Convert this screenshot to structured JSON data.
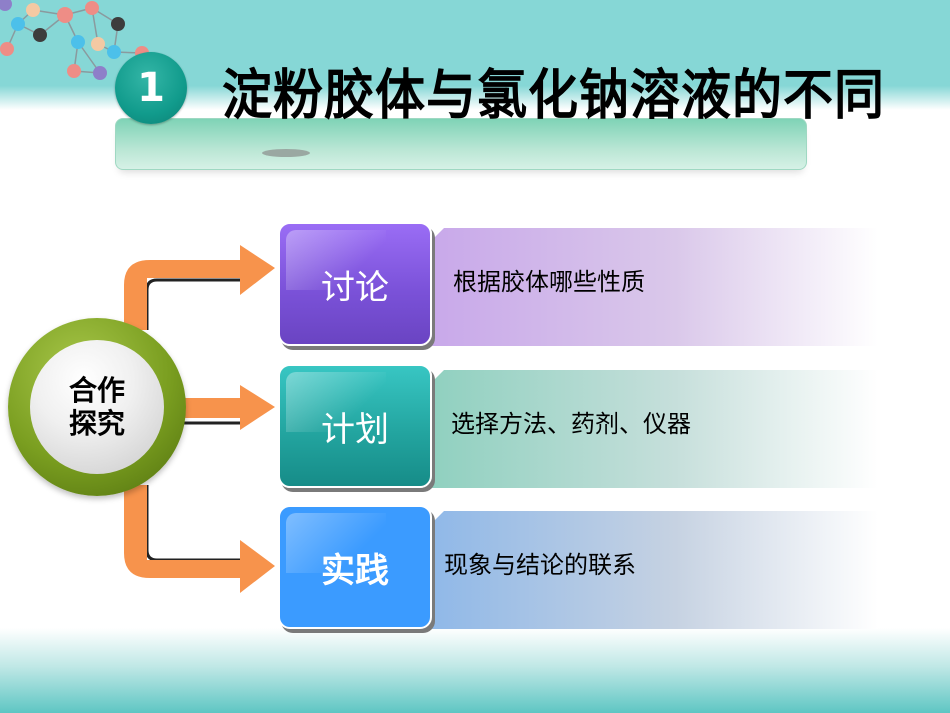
{
  "slide": {
    "number": "1",
    "title": "淀粉胶体与氯化钠溶液的不同"
  },
  "hub": {
    "line1": "合作",
    "line2": "探究"
  },
  "steps": [
    {
      "label": "讨论",
      "description": "根据胶体哪些性质",
      "color": "#7b52d9"
    },
    {
      "label": "计划",
      "description": "选择方法、药剂、仪器",
      "color": "#23a5a0"
    },
    {
      "label": "实践",
      "description": "现象与结论的联系",
      "color": "#3b9bff"
    }
  ],
  "colors": {
    "top_band": "#86d7d6",
    "bottom_band": "#5ec6c3",
    "arrow": "#f7934c",
    "hub_ring": "#7a9e20",
    "badge": "#119b8c"
  },
  "icons": {
    "decoration": "molecule-icon",
    "connector": "branch-arrow-icon"
  }
}
